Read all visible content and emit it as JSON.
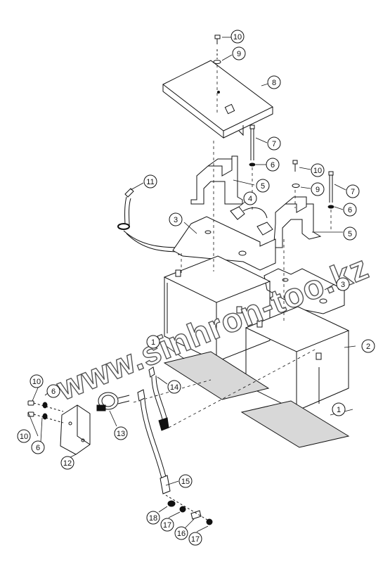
{
  "diagram": {
    "part_numbers": [
      "1",
      "2",
      "3",
      "4",
      "5",
      "6",
      "7",
      "8",
      "9",
      "10",
      "11",
      "12",
      "13",
      "14",
      "15",
      "16",
      "17",
      "18"
    ],
    "callouts": [
      {
        "id": "c10a",
        "text": "10"
      },
      {
        "id": "c9a",
        "text": "9"
      },
      {
        "id": "c8",
        "text": "8"
      },
      {
        "id": "c7a",
        "text": "7"
      },
      {
        "id": "c6a",
        "text": "6"
      },
      {
        "id": "c5a",
        "text": "5"
      },
      {
        "id": "c10b",
        "text": "10"
      },
      {
        "id": "c9b",
        "text": "9"
      },
      {
        "id": "c7b",
        "text": "7"
      },
      {
        "id": "c6b",
        "text": "6"
      },
      {
        "id": "c5b",
        "text": "5"
      },
      {
        "id": "c11",
        "text": "11"
      },
      {
        "id": "c4",
        "text": "4"
      },
      {
        "id": "c3a",
        "text": "3"
      },
      {
        "id": "c3b",
        "text": "3"
      },
      {
        "id": "c1a",
        "text": "1"
      },
      {
        "id": "c2",
        "text": "2"
      },
      {
        "id": "c1b",
        "text": "1"
      },
      {
        "id": "c10c",
        "text": "10"
      },
      {
        "id": "c6c",
        "text": "6"
      },
      {
        "id": "c10d",
        "text": "10"
      },
      {
        "id": "c6d",
        "text": "6"
      },
      {
        "id": "c14",
        "text": "14"
      },
      {
        "id": "c13",
        "text": "13"
      },
      {
        "id": "c12",
        "text": "12"
      },
      {
        "id": "c15",
        "text": "15"
      },
      {
        "id": "c18",
        "text": "18"
      },
      {
        "id": "c17a",
        "text": "17"
      },
      {
        "id": "c16",
        "text": "16"
      },
      {
        "id": "c17b",
        "text": "17"
      }
    ],
    "watermark": "www.sinhron-too.kz",
    "colors": {
      "line": "#111111",
      "callout_fill": "#ffffff",
      "watermark_fill": "#ffffff",
      "watermark_stroke": "#555555",
      "pad": "#d8d8d8"
    }
  }
}
